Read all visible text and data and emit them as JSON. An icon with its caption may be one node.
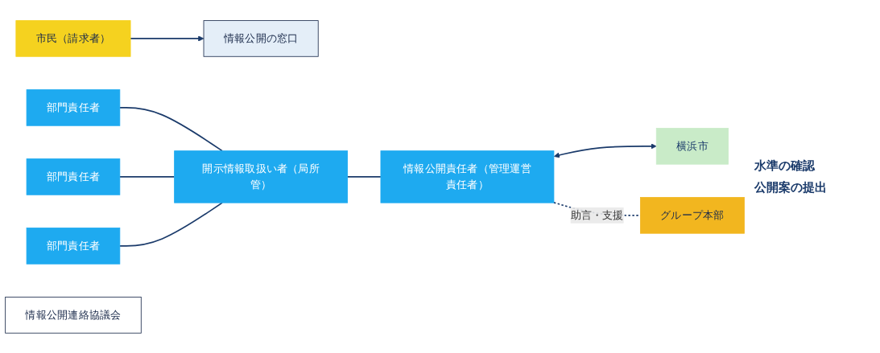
{
  "diagram": {
    "nodes": [
      {
        "text": [
          "市民（請求者）"
        ]
      },
      {
        "text": [
          "情報公開の窓口"
        ]
      },
      {
        "text": [
          "部門責任者"
        ]
      },
      {
        "text": [
          "部門責任者"
        ]
      },
      {
        "text": [
          "部門責任者"
        ]
      },
      {
        "text": [
          "開示情報取扱い者（局所管）"
        ]
      },
      {
        "text": [
          "情報公開責任者（管理運営責任者）"
        ]
      },
      {
        "text": [
          "横浜市"
        ]
      },
      {
        "text": [
          "情報公開連絡協議会"
        ]
      },
      {
        "text": [
          "グループ本部"
        ]
      }
    ],
    "edges": [
      {
        "from": 0,
        "to": 1,
        "arrow": "to"
      },
      {
        "from": 2,
        "to": 5,
        "arrow": "none"
      },
      {
        "from": 3,
        "to": 5,
        "arrow": "none"
      },
      {
        "from": 4,
        "to": 5,
        "arrow": "none"
      },
      {
        "from": 5,
        "to": 6,
        "arrow": "none"
      },
      {
        "from": 6,
        "to": 7,
        "arrow": "both"
      },
      {
        "from": 6,
        "to": 9,
        "arrow": "none",
        "style": "dashed",
        "label": "助言・支援"
      }
    ],
    "labels": [
      "水準の確認",
      "公開案の提出"
    ]
  }
}
